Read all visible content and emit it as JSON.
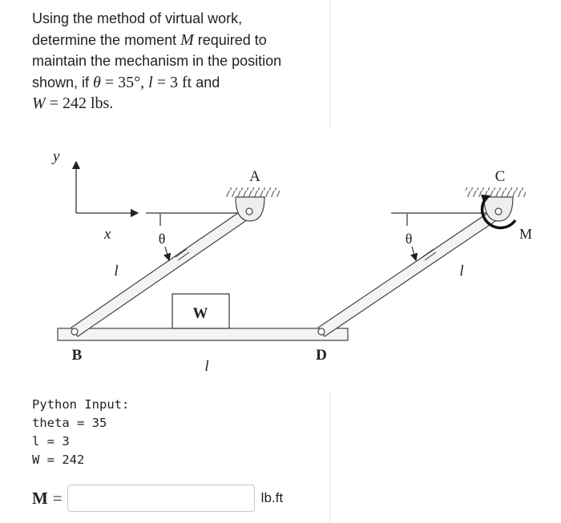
{
  "question": {
    "line1": "Using the method of virtual work,",
    "line2_pre": "determine the moment ",
    "line2_sym": "M",
    "line2_post": " required to",
    "line3": "maintain the mechanism in the position",
    "line4_pre": "shown, if ",
    "theta_sym": "θ",
    "theta_eq": " = 35°, ",
    "l_sym": "l",
    "l_eq": " = 3 ft",
    "and": " and",
    "w_sym": "W",
    "w_eq": " = 242 lbs."
  },
  "figure": {
    "axis_y": "y",
    "axis_x": "x",
    "label_A": "A",
    "label_B": "B",
    "label_C": "C",
    "label_D": "D",
    "label_M": "M",
    "label_W": "W",
    "angle_left": "θ",
    "angle_right": "θ",
    "length_left": "l",
    "length_bottom": "l",
    "length_right": "l"
  },
  "python_input": {
    "header": "Python Input:",
    "line1": "theta = 35",
    "line2": "l = 3",
    "line3": "W = 242"
  },
  "answer": {
    "label": "M",
    "equals": "=",
    "value": "",
    "unit": "lb.ft"
  }
}
